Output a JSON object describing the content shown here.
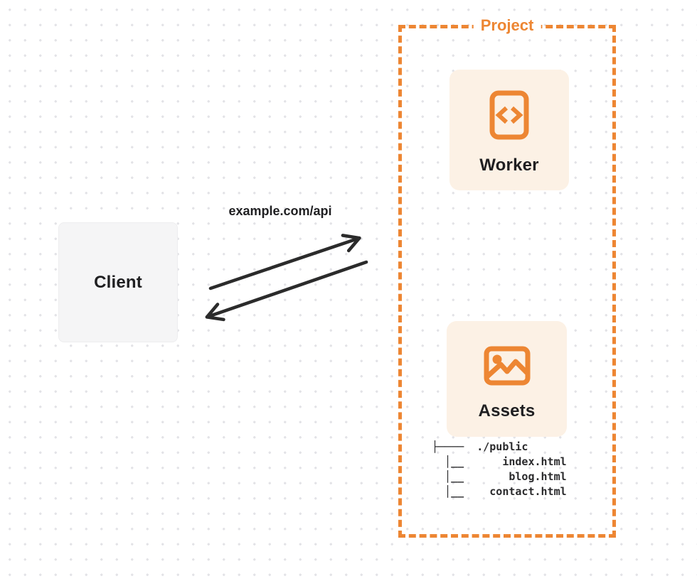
{
  "diagram": {
    "client": {
      "label": "Client"
    },
    "request": {
      "label": "example.com/api"
    },
    "project": {
      "label": "Project",
      "nodes": [
        {
          "label": "Worker",
          "icon": "code-document-icon"
        },
        {
          "label": "Assets",
          "icon": "image-icon"
        }
      ]
    },
    "file_tree": {
      "lines": [
        "├────  ./public",
        "  │__      index.html",
        "  │__       blog.html",
        "  │__    contact.html"
      ]
    },
    "colors": {
      "accent_orange": "#ed8633",
      "card_cream": "#fcf1e5",
      "client_gray": "#f5f5f6",
      "arrow_dark": "#2b2b2b",
      "dot_grid": "#e3e3e7"
    }
  }
}
